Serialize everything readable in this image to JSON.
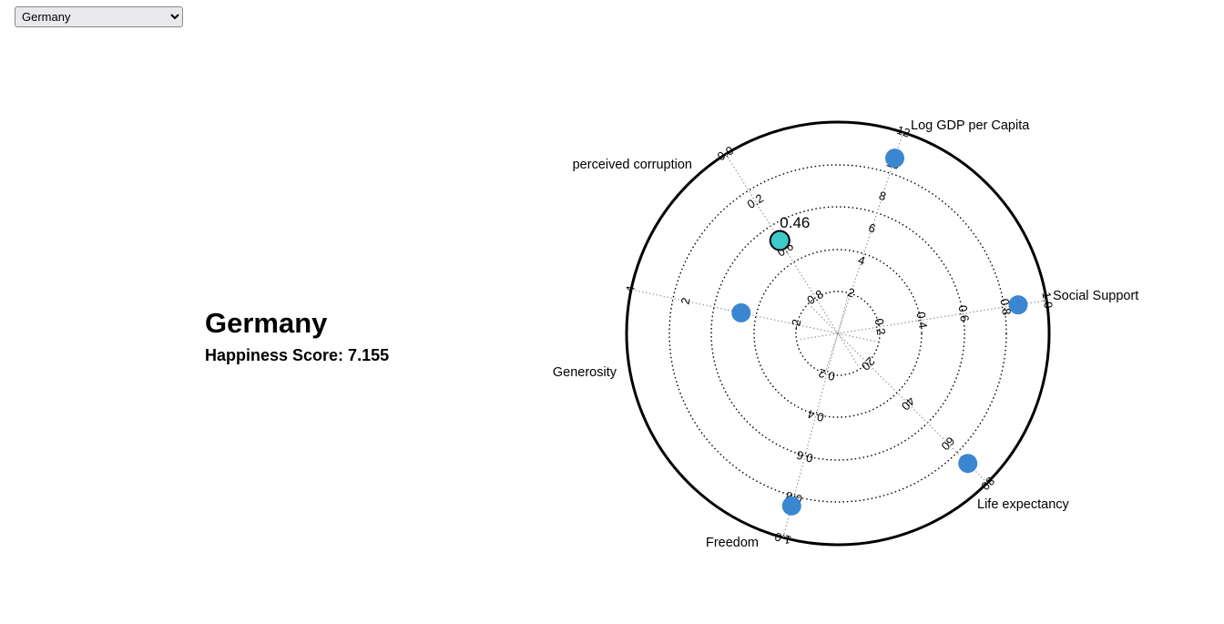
{
  "selector": {
    "selected": "Germany",
    "options": [
      "Germany"
    ]
  },
  "country": {
    "name": "Germany",
    "score_label": "Happiness Score:",
    "score_value": "7.155",
    "score_text": "Happiness Score: 7.155"
  },
  "colors": {
    "point": "#3b86d1",
    "highlight_point": "#3fc9c9",
    "outer_circle": "#000000",
    "grid": "#000000",
    "axis": "#999999"
  },
  "chart_data": {
    "type": "radar",
    "title": "",
    "highlight_label": "0.46",
    "axes": [
      {
        "name": "Log GDP per Capita",
        "ticks": [
          "2",
          "4",
          "6",
          "8",
          "10",
          "12"
        ],
        "range": [
          0,
          12
        ],
        "value": 10.9,
        "highlight": false
      },
      {
        "name": "Social Support",
        "ticks": [
          "0.2",
          "0.4",
          "0.6",
          "0.8",
          "1.0"
        ],
        "range": [
          0,
          1
        ],
        "value": 0.9,
        "highlight": false
      },
      {
        "name": "Life expectancy",
        "ticks": [
          "20",
          "40",
          "60",
          "80"
        ],
        "range": [
          0,
          80
        ],
        "value": 72.5,
        "highlight": false
      },
      {
        "name": "Freedom",
        "ticks": [
          "0.2",
          "0.4",
          "0.6",
          "0.8",
          "1.0"
        ],
        "range": [
          0,
          1
        ],
        "value": 0.88,
        "highlight": false
      },
      {
        "name": "Generosity",
        "ticks": [
          "-2",
          "0",
          "2",
          "4"
        ],
        "range": [
          -4,
          4
        ],
        "value": -0.1,
        "highlight": false
      },
      {
        "name": "perceived corruption",
        "ticks": [
          "0.8",
          "0.6",
          "0.2",
          "0.0"
        ],
        "range": [
          1,
          0
        ],
        "value": 0.46,
        "highlight": true
      }
    ],
    "grid": true,
    "legend": "none"
  }
}
